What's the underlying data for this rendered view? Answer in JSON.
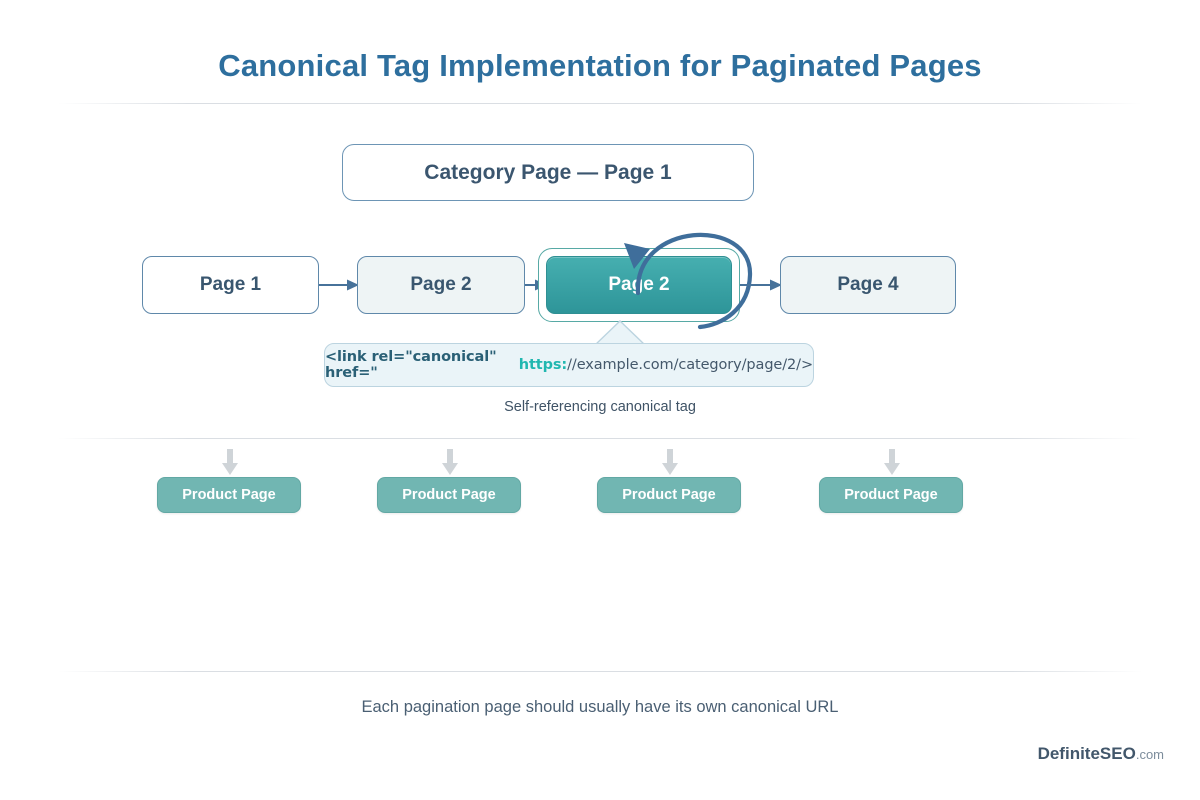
{
  "page": {
    "title": "Canonical Tag Implementation for Paginated Pages",
    "background": "#ffffff",
    "title_color": "#2e6f9e"
  },
  "category_node": {
    "label": "Category Page — Page 1"
  },
  "pagination": {
    "nodes": [
      {
        "label": "Page 1",
        "state": "normal",
        "fill": "#ffffff"
      },
      {
        "label": "Page 2",
        "state": "normal",
        "fill": "#eef4f5"
      },
      {
        "label": "Page 2",
        "state": "highlighted",
        "fill": "#2e9599"
      },
      {
        "label": "Page 4",
        "state": "normal",
        "fill": "#eef4f5"
      }
    ],
    "connector_icon": "arrow-right-icon",
    "self_loop_icon": "self-reference-loop-arrow-icon",
    "highlight_color": "#2e9599",
    "border_color": "#5f88aa"
  },
  "code_callout": {
    "tag_open": "<link rel=\"canonical\" href=\"",
    "scheme": "https:",
    "path": "//example.com/category/page/2/>",
    "full_text": "<link rel=\"canonical\" href=\"https://example.com/category/page/2/>",
    "tag_color": "#2a6076",
    "scheme_color": "#21b7b0",
    "path_color": "#44586b",
    "background": "#eaf4f8"
  },
  "caption": "Self-referencing canonical tag",
  "products": {
    "arrow_icon": "arrow-down-icon",
    "items": [
      {
        "label": "Product Page"
      },
      {
        "label": "Product Page"
      },
      {
        "label": "Product Page"
      },
      {
        "label": "Product Page"
      }
    ],
    "fill": "#71b6b2"
  },
  "footer": {
    "note": "Each pagination page should usually have its own canonical URL",
    "brand_name": "DefiniteSEO",
    "brand_tld": ".com"
  }
}
